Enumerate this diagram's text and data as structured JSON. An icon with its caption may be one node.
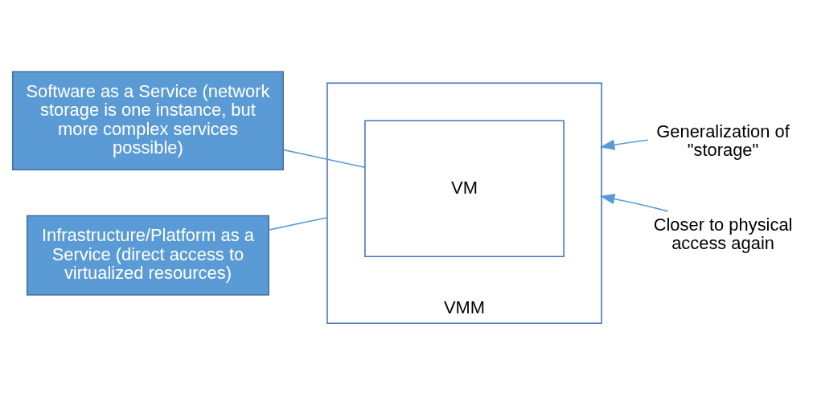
{
  "diagram": {
    "nodes": [
      {
        "text": [
          "Software as a Service (network storage is one instance, but more complex services possible)"
        ]
      },
      {
        "text": [
          "VMM"
        ]
      },
      {
        "text": [
          "VM"
        ],
        "in": 1
      },
      {
        "text": [
          "Generalization of \"storage\""
        ]
      },
      {
        "text": [
          "Infrastructure/Platform as a Service (direct access to virtualized resources)"
        ]
      },
      {
        "text": [
          "Closer to physical access again"
        ]
      }
    ],
    "edges": [
      {
        "from": 0,
        "to": 2,
        "arrow": "none"
      },
      {
        "from": 3,
        "to": 1,
        "arrow": "to"
      },
      {
        "from": 4,
        "to": 1,
        "arrow": "none"
      },
      {
        "from": 5,
        "to": 1,
        "arrow": "to"
      }
    ]
  }
}
